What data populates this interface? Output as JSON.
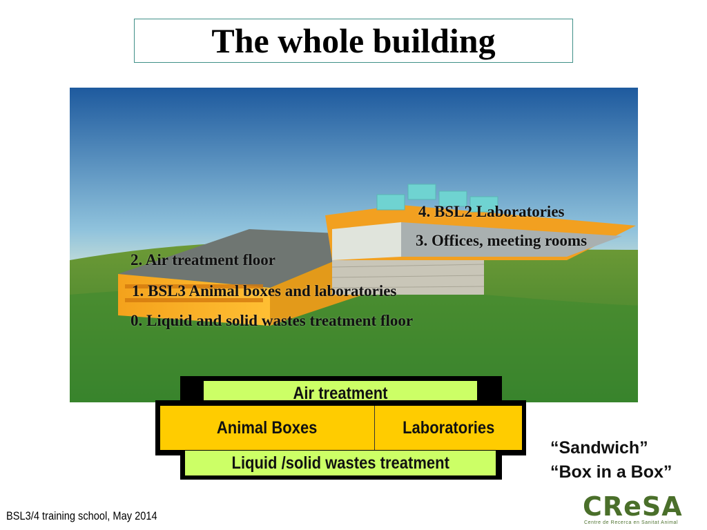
{
  "title": "The whole building",
  "floors": {
    "f4": "4. BSL2 Laboratories",
    "f3": "3. Offices, meeting rooms",
    "f2": "2. Air treatment floor",
    "f1": "1. BSL3 Animal boxes and laboratories",
    "f0": "0. Liquid and solid wastes treatment floor"
  },
  "diagram": {
    "top": "Air treatment",
    "left": "Animal Boxes",
    "right": "Laboratories",
    "bottom": "Liquid /solid wastes treatment"
  },
  "caption": {
    "line1": "“Sandwich”",
    "line2": "“Box in a Box”"
  },
  "footer": "BSL3/4 training school, May 2014",
  "logo": {
    "word": "CReSA",
    "sub": "Centre de Recerca en Sanitat Animal"
  }
}
